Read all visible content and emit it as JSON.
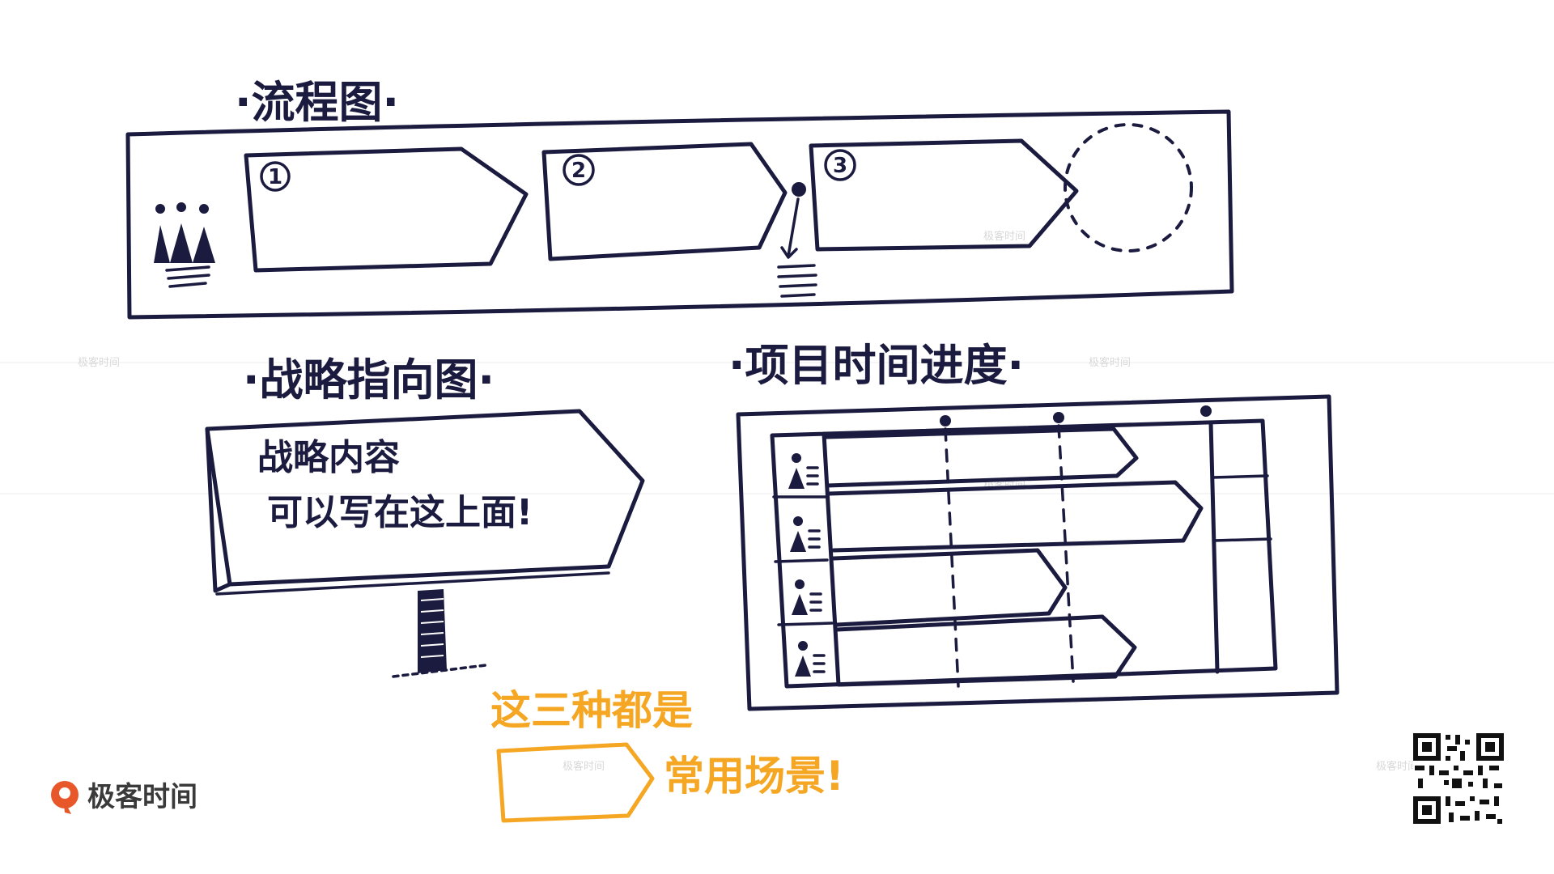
{
  "sections": {
    "flowchart_title": "·流程图·",
    "strategy_title": "·战略指向图·",
    "timeline_title": "·项目时间进度·"
  },
  "flowchart": {
    "steps": [
      {
        "number": "1"
      },
      {
        "number": "2"
      },
      {
        "number": "3"
      }
    ]
  },
  "signpost": {
    "line1": "战略内容",
    "line2": "可以写在这上面!"
  },
  "annotation": {
    "line1": "这三种都是",
    "line2": "常用场景!"
  },
  "brand": {
    "logo_text": "极客时间",
    "watermark_text": "极客时间"
  },
  "colors": {
    "ink": "#1b1a3f",
    "accent": "#f5a623",
    "brand_red": "#e8572a"
  },
  "icons": [
    "people-group-icon",
    "person-icon",
    "qr-code-icon",
    "geek-time-logo-icon"
  ]
}
